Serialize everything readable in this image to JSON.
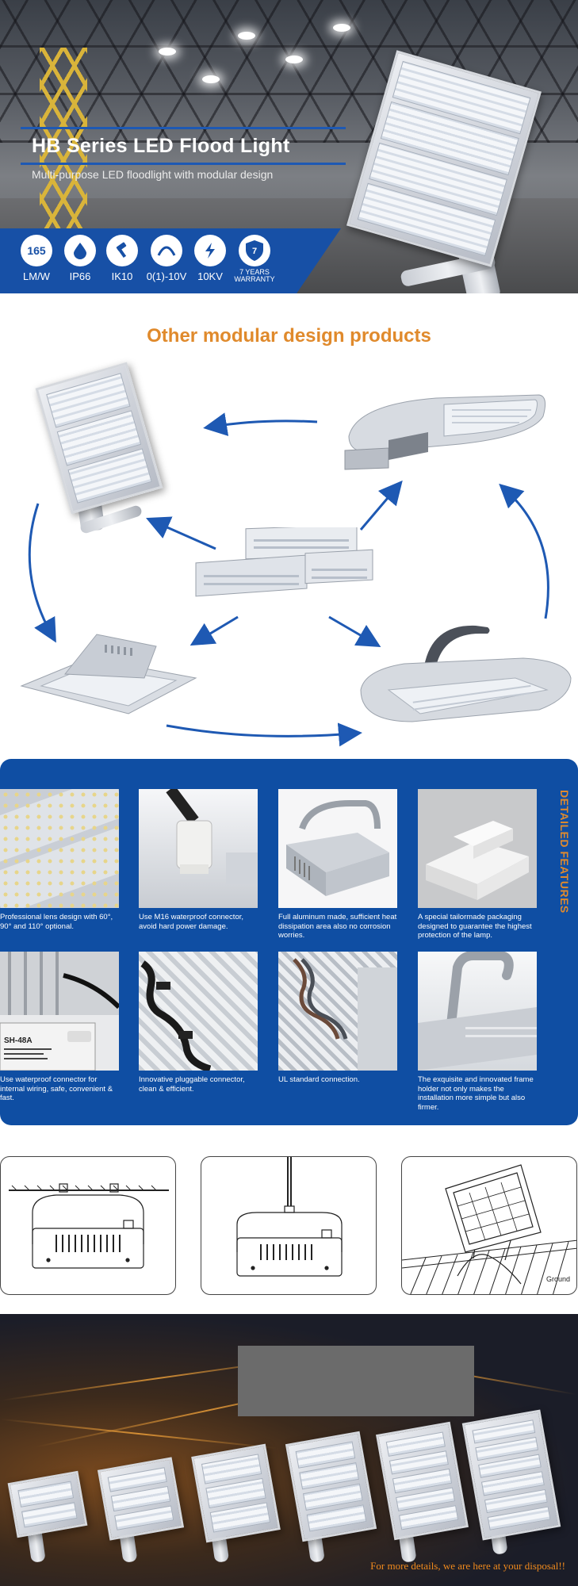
{
  "hero": {
    "title": "HB Series LED  Flood Light",
    "subtitle": "Multi-purpose LED floodlight with modular design",
    "badges": [
      {
        "icon": "165",
        "label": "LM/W"
      },
      {
        "icon": "drop-icon",
        "label": "IP66"
      },
      {
        "icon": "hammer-icon",
        "label": "IK10"
      },
      {
        "icon": "dimmer-arc-icon",
        "label": "0(1)-10V"
      },
      {
        "icon": "lightning-icon",
        "label": "10KV"
      },
      {
        "icon": "7",
        "label_line1": "7 YEARS",
        "label_line2": "WARRANTY"
      }
    ],
    "accent": "#1750a6"
  },
  "modular": {
    "title": "Other modular design products",
    "title_color": "#e08a2c"
  },
  "features": {
    "vertical_title": "DETAILED FEATURES",
    "items": [
      {
        "caption": "Professional lens design with 60°, 90° and 110° optional."
      },
      {
        "caption": "Use M16 waterproof connector, avoid hard power damage."
      },
      {
        "caption": "Full aluminum made, sufficient heat dissipation area also no corrosion worries."
      },
      {
        "caption": "A special tailormade packaging designed to guarantee the highest protection of the lamp."
      },
      {
        "caption": "Use waterproof connector for internal wiring, safe, convenient & fast."
      },
      {
        "caption": "Innovative pluggable connector, clean & efficient."
      },
      {
        "caption": "UL standard connection."
      },
      {
        "caption": "The exquisite and innovated frame holder not only makes the installation more simple but also firmer."
      }
    ],
    "driver_label": "SH-48A"
  },
  "diagrams": {
    "ground_label": "Ground"
  },
  "bottom": {
    "contact": "For more details, we are here at your disposal!!"
  }
}
